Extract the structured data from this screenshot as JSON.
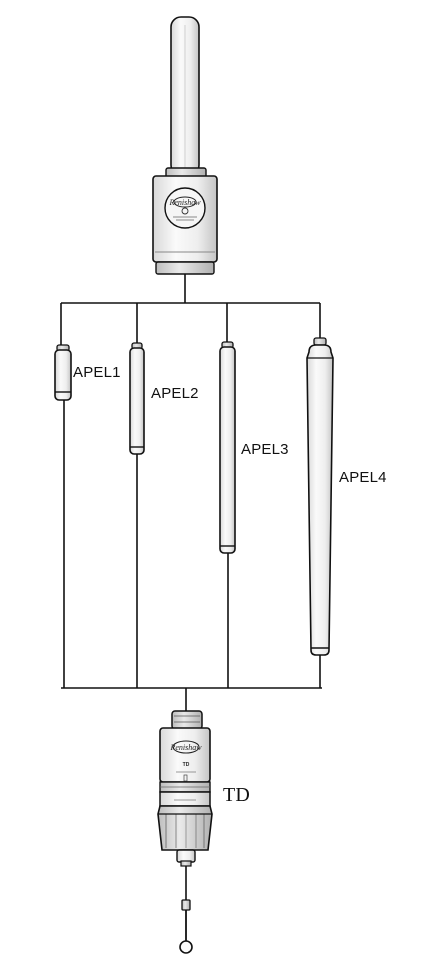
{
  "labels": {
    "apel1": "APEL1",
    "apel2": "APEL2",
    "apel3": "APEL3",
    "apel4": "APEL4",
    "td": "TD"
  },
  "brand": {
    "logo_text": "Renishaw"
  },
  "colors": {
    "line": "#111111",
    "body_light": "#f4f4f4",
    "body_mid": "#e2e2e2",
    "body_dark": "#c8c8c8",
    "text": "#111111"
  }
}
